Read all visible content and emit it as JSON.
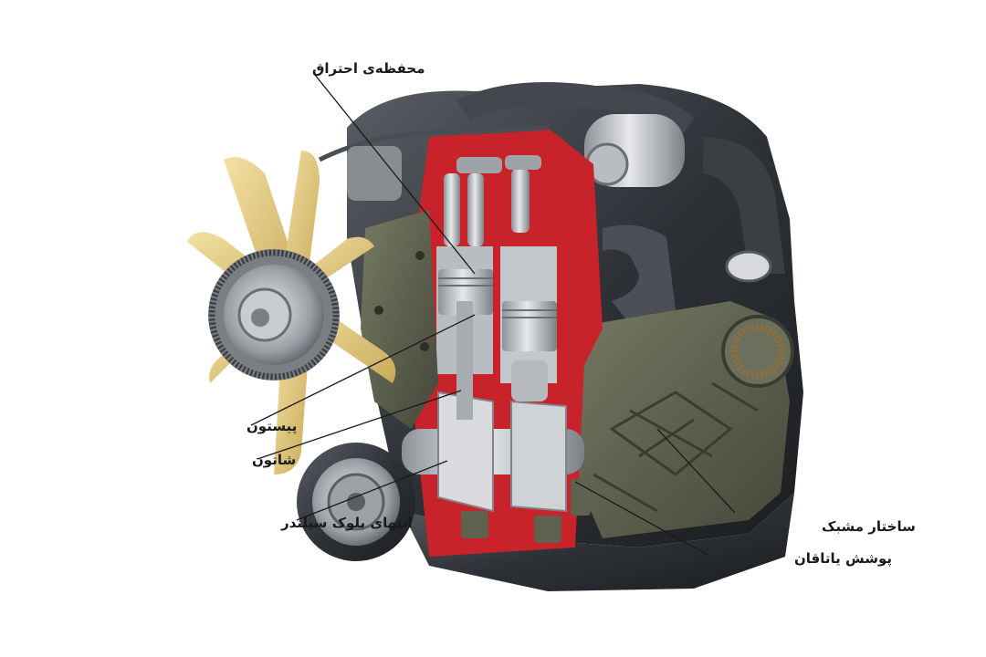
{
  "labels": {
    "combustion_chamber": "محفظه‌ی احتراق",
    "piston": "پیستون",
    "connecting_rod": "شاتون",
    "block_end": "انتهای بلوک سیلندر",
    "ribbed_structure": "ساختار مشبک",
    "bearing_cover": "پوشش یاتاقان"
  },
  "colors": {
    "engine_dark": "#3a3d42",
    "engine_mid": "#6b6f74",
    "metal_light": "#c9ccd0",
    "block_olive": "#5f624e",
    "cutaway_red": "#c8232b",
    "fan_blade": "#e8cf86"
  }
}
